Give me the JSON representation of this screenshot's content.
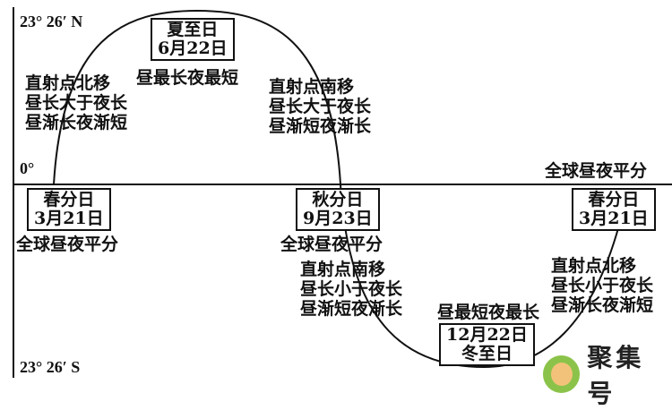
{
  "axis": {
    "north": "23° 26′ N",
    "equator": "0°",
    "south": "23° 26′ S"
  },
  "summer_solstice": {
    "name": "夏至日",
    "date": "6月22日",
    "note": "昼最长夜最短"
  },
  "winter_solstice": {
    "name": "冬至日",
    "date": "12月22日",
    "note": "昼最短夜最长"
  },
  "spring_equinox_left": {
    "name": "春分日",
    "date": "3月21日",
    "note": "全球昼夜平分"
  },
  "autumn_equinox": {
    "name": "秋分日",
    "date": "9月23日",
    "note": "全球昼夜平分"
  },
  "spring_equinox_right": {
    "name": "春分日",
    "date": "3月21日",
    "note": "全球昼夜平分"
  },
  "phase1": [
    "直射点北移",
    "昼长大于夜长",
    "昼渐长夜渐短"
  ],
  "phase2": [
    "直射点南移",
    "昼长大于夜长",
    "昼渐短夜渐长"
  ],
  "phase3": [
    "直射点南移",
    "昼长小于夜长",
    "昼渐短夜渐长"
  ],
  "phase4": [
    "直射点北移",
    "昼长小于夜长",
    "昼渐长夜渐短"
  ],
  "watermark": "聚集号"
}
